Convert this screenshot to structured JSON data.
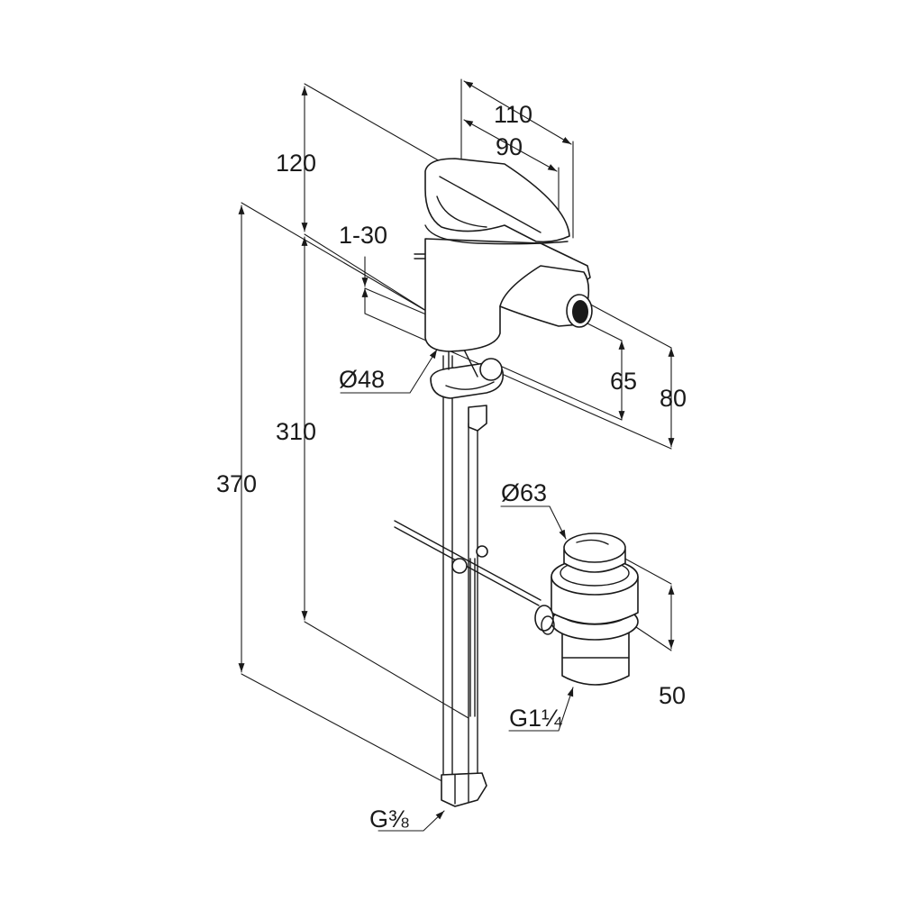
{
  "dimensions": {
    "width_110": "110",
    "width_90": "90",
    "height_120": "120",
    "range_1_30": "1-30",
    "diameter_48": "Ø48",
    "height_310": "310",
    "height_370": "370",
    "height_65": "65",
    "height_80": "80",
    "diameter_63": "Ø63",
    "height_50": "50",
    "thread_g1_1_4": "G1¼",
    "thread_g3_8": "G⅜"
  },
  "colors": {
    "line": "#1a1a1a",
    "background": "#ffffff"
  }
}
